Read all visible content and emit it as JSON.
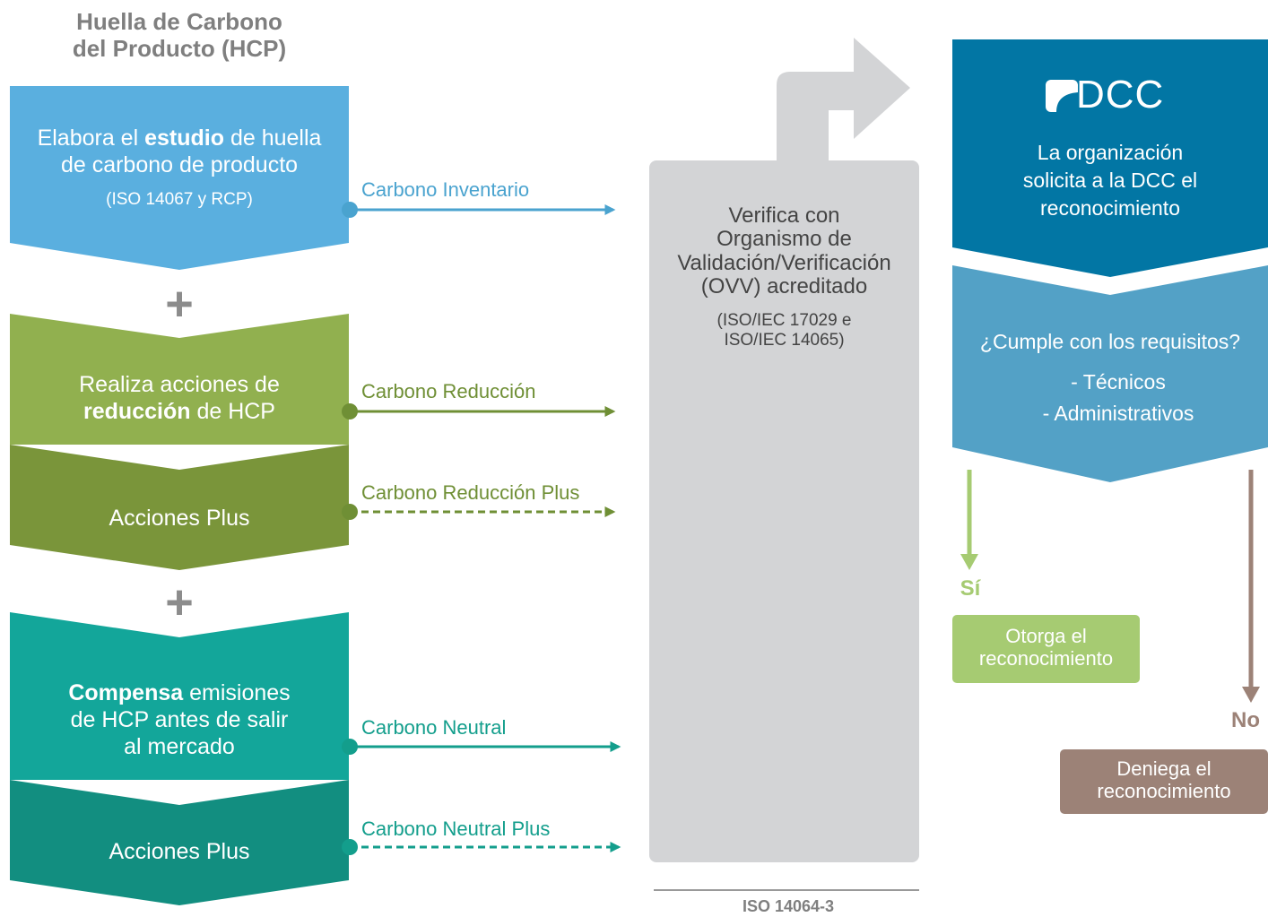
{
  "title": "Huella de Carbono\ndel Producto (HCP)",
  "left": {
    "box1": {
      "pre": "Elabora el ",
      "bold": "estudio",
      "post": " de huella\nde carbono de producto",
      "sub": "(ISO 14067 y RCP)"
    },
    "box2": {
      "pre": "Realiza acciones de\n",
      "bold": "reducción",
      "post": " de HCP"
    },
    "box2_plus": "Acciones Plus",
    "box3": {
      "bold": "Compensa",
      "post": " emisiones\nde HCP antes de salir\nal mercado"
    },
    "box3_plus": "Acciones Plus",
    "plus_sign": "+"
  },
  "arrows": [
    {
      "label": "Carbono Inventario",
      "color": "#4aa3cf",
      "style": "solid"
    },
    {
      "label": "Carbono Reducción",
      "color": "#6f8f35",
      "style": "solid"
    },
    {
      "label": "Carbono Reducción Plus",
      "color": "#6f8f35",
      "style": "dashed"
    },
    {
      "label": "Carbono Neutral",
      "color": "#139e8c",
      "style": "solid"
    },
    {
      "label": "Carbono Neutral Plus",
      "color": "#139e8c",
      "style": "dashed"
    }
  ],
  "verify": {
    "main": "Verifica con\nOrganismo de\nValidación/Verificación\n(OVV) acreditado",
    "sub": "(ISO/IEC 17029 e\nISO/IEC 14065)",
    "footer": "ISO 14064-3"
  },
  "dcc": {
    "logo": "DCC",
    "request": "La organización\nsolicita a la DCC el\nreconocimiento",
    "question": "¿Cumple con los requisitos?",
    "req1": "- Técnicos",
    "req2": "- Administrativos"
  },
  "outcomes": {
    "yes_label": "Sí",
    "yes_text": "Otorga el\nreconocimiento",
    "no_label": "No",
    "no_text": "Deniega el\nreconocimiento"
  },
  "colors": {
    "box1": "#5aafdf",
    "box2": "#91b04f",
    "box2_plus": "#7a953a",
    "box3": "#13a69a",
    "box3_plus": "#128e80",
    "verify": "#d3d4d6",
    "dcc_top": "#0276a4",
    "dcc_bottom": "#53a1c6",
    "yes": "#a6cb72",
    "no": "#9c8277"
  }
}
